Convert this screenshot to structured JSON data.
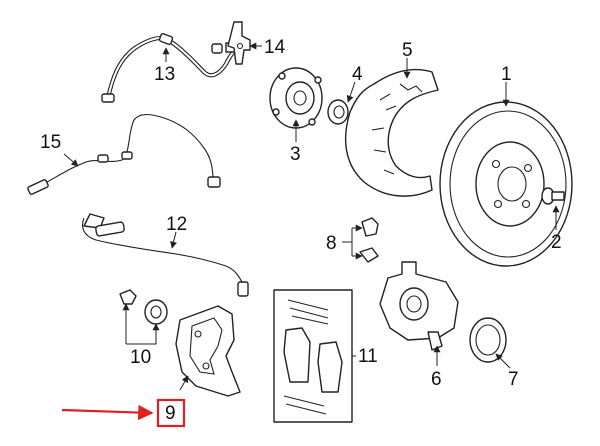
{
  "diagram": {
    "callouts": [
      {
        "id": "c1",
        "text": "1"
      },
      {
        "id": "c2",
        "text": "2"
      },
      {
        "id": "c3",
        "text": "3"
      },
      {
        "id": "c4",
        "text": "4"
      },
      {
        "id": "c5",
        "text": "5"
      },
      {
        "id": "c6",
        "text": "6"
      },
      {
        "id": "c7",
        "text": "7"
      },
      {
        "id": "c8",
        "text": "8"
      },
      {
        "id": "c9",
        "text": "9"
      },
      {
        "id": "c10",
        "text": "10"
      },
      {
        "id": "c11",
        "text": "11"
      },
      {
        "id": "c12",
        "text": "12"
      },
      {
        "id": "c13",
        "text": "13"
      },
      {
        "id": "c14",
        "text": "14"
      },
      {
        "id": "c15",
        "text": "15"
      }
    ],
    "highlight": {
      "callout": "9",
      "box_color": "#e02020",
      "arrow_color": "#e02020"
    }
  }
}
